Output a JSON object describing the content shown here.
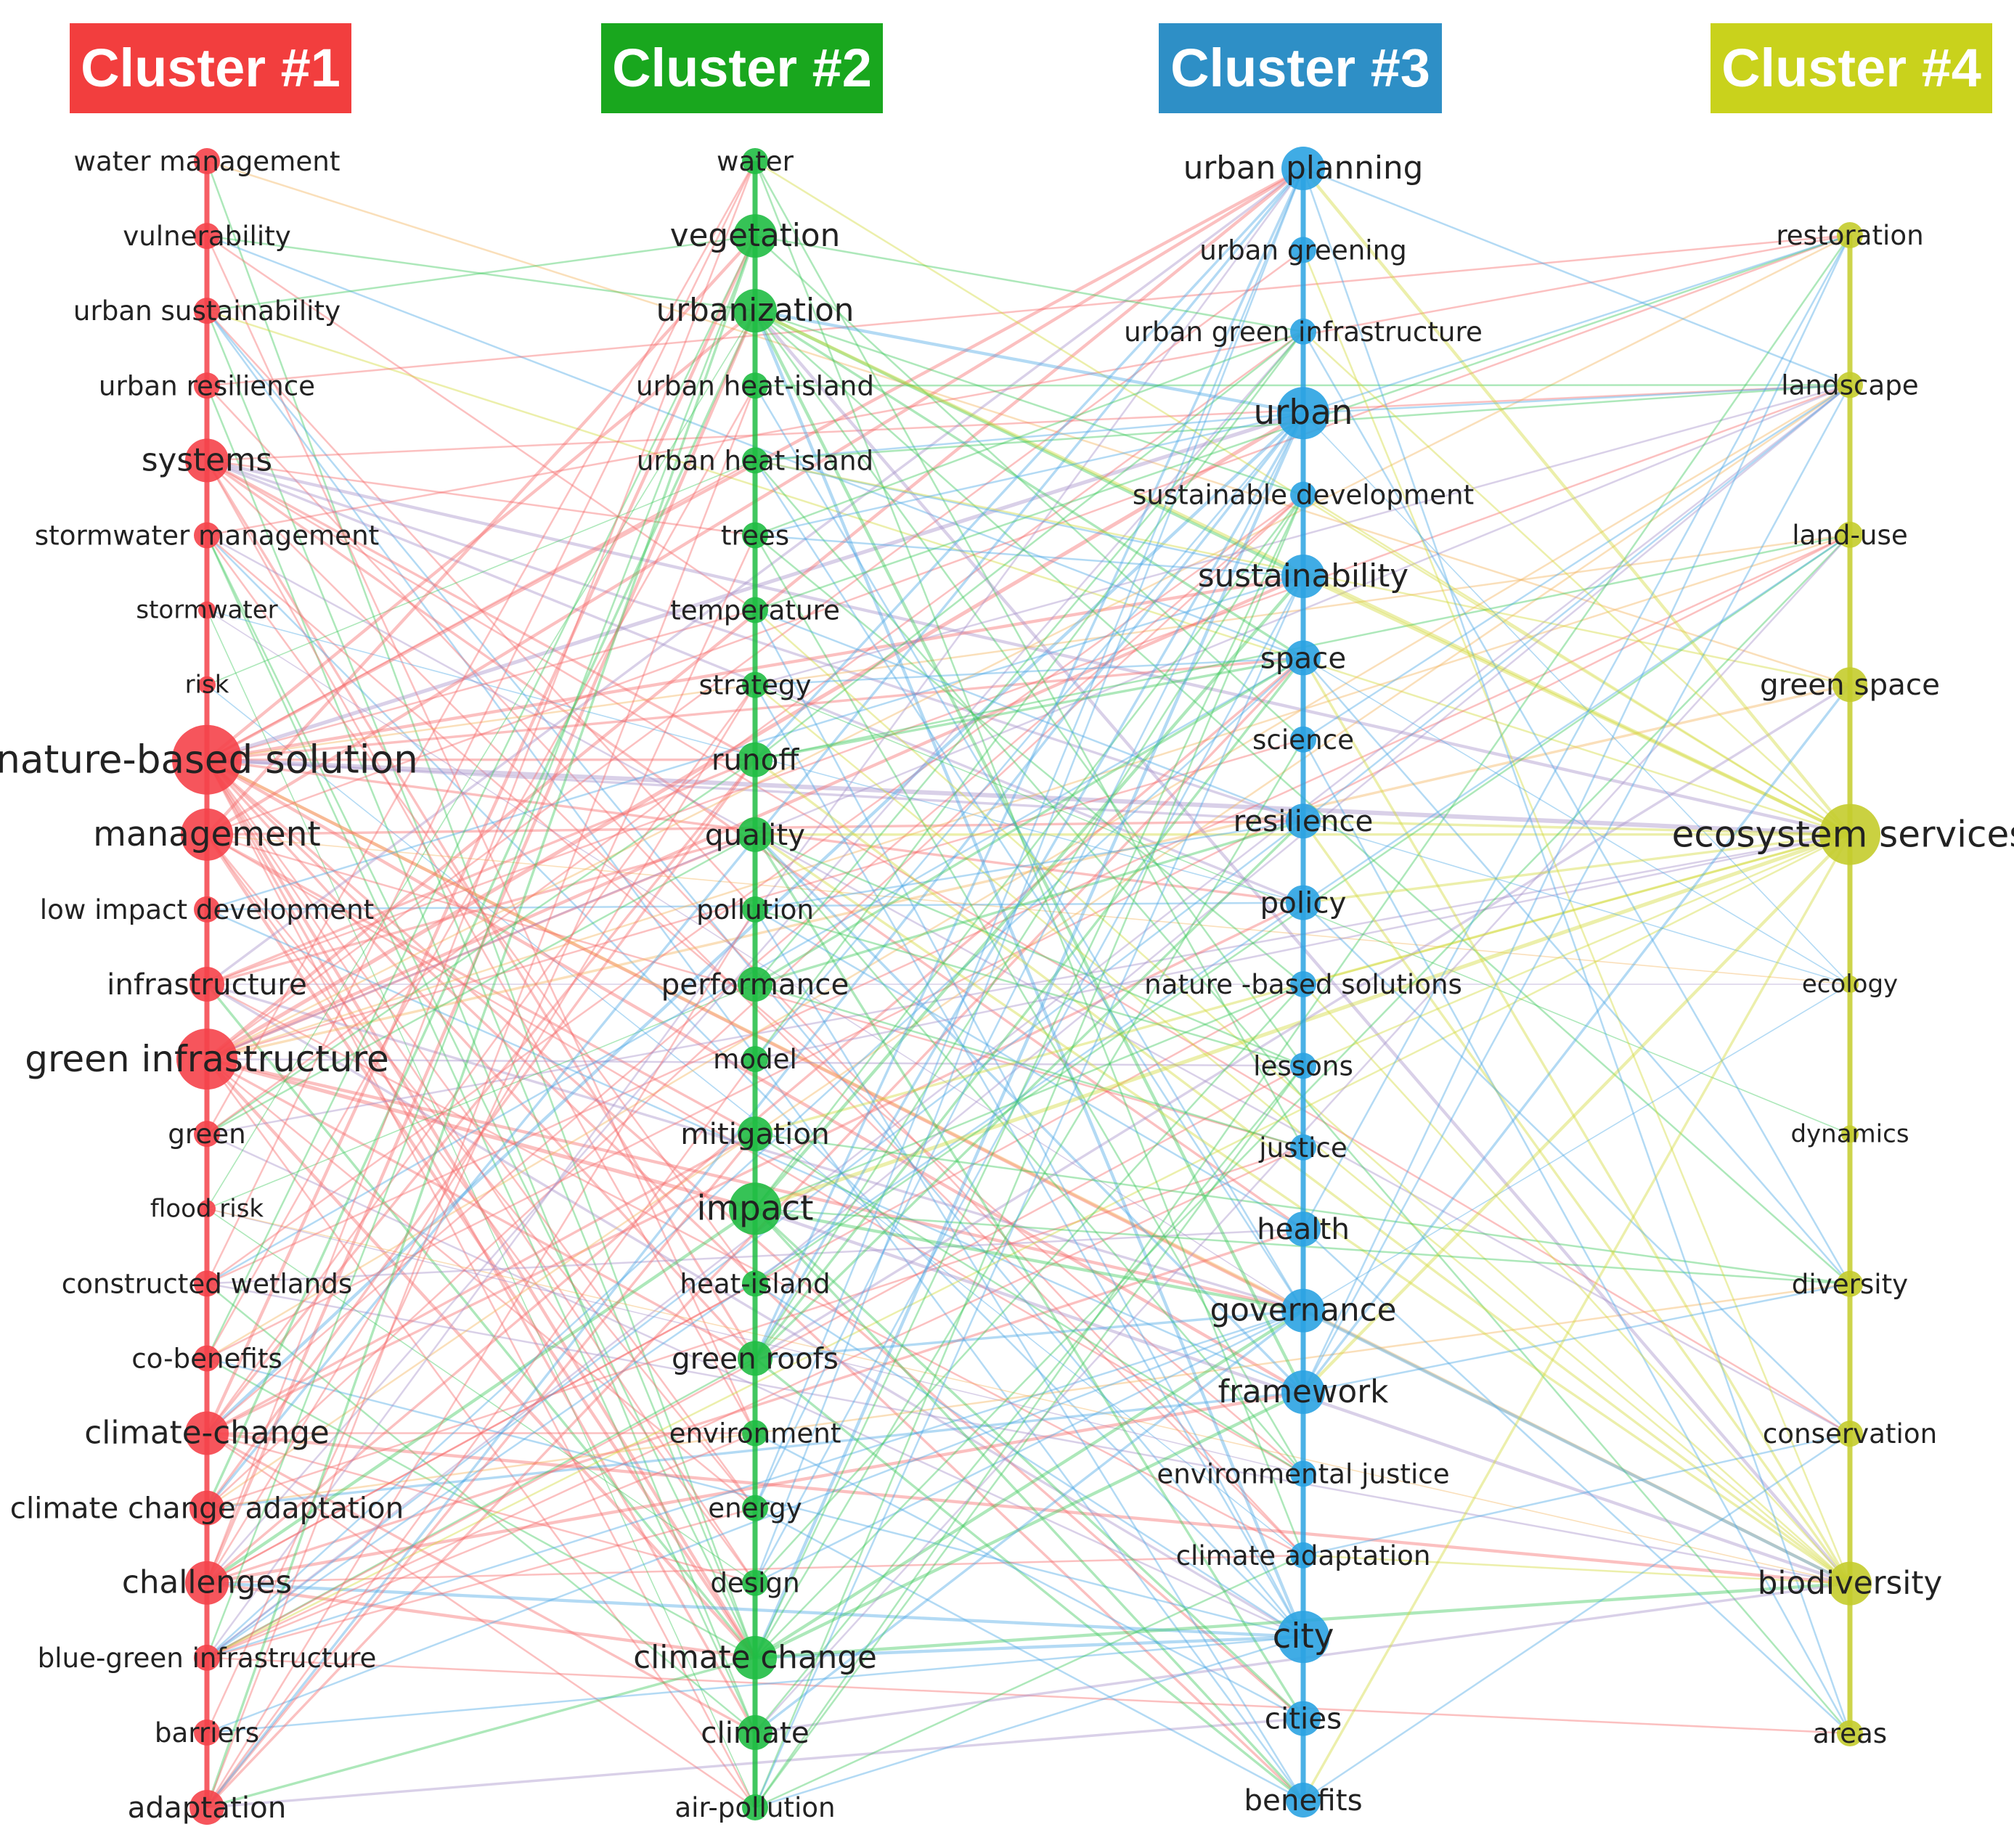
{
  "colors": {
    "cluster1": "#f23e3e",
    "cluster2": "#19a71e",
    "cluster3": "#2e8fc6",
    "cluster4": "#c9d21c",
    "node1": "#f5424a",
    "node2": "#20bd44",
    "node3": "#2ba3e2",
    "node4": "#c4cc2c",
    "edge1": "#f56a6a",
    "edge2": "#3cc85a",
    "edge3": "#4aa8e4",
    "edge4": "#d2d838",
    "edge_mix": "#a58fc8",
    "edge_orange": "#f4b25a"
  },
  "clusters": [
    {
      "title": "Cluster #1",
      "keywords": [
        "water management",
        "vulnerability",
        "urban sustainability",
        "urban resilience",
        "systems",
        "stormwater management",
        "stormwater",
        "risk",
        "nature-based solution",
        "management",
        "low impact development",
        "infrastructure",
        "green infrastructure",
        "green",
        "flood risk",
        "constructed wetlands",
        "co-benefits",
        "climate-change",
        "climate change adaptation",
        "challenges",
        "blue-green infrastructure",
        "barriers",
        "adaptation"
      ],
      "weights": [
        1,
        1,
        1,
        1,
        3,
        1,
        0,
        0,
        6,
        4,
        1,
        2,
        5,
        1,
        0,
        1,
        1,
        3,
        2,
        3,
        1,
        1,
        2
      ]
    },
    {
      "title": "Cluster #2",
      "keywords": [
        "water",
        "vegetation",
        "urbanization",
        "urban heat-island",
        "urban heat island",
        "trees",
        "temperature",
        "strategy",
        "runoff",
        "quality",
        "pollution",
        "performance",
        "model",
        "mitigation",
        "impact",
        "heat-island",
        "green roofs",
        "environment",
        "energy",
        "design",
        "climate change",
        "climate",
        "air-pollution"
      ],
      "weights": [
        1,
        3,
        3,
        1,
        1,
        1,
        1,
        1,
        2,
        2,
        1,
        2,
        1,
        2,
        4,
        1,
        2,
        1,
        1,
        1,
        3,
        2,
        1
      ]
    },
    {
      "title": "Cluster #3",
      "keywords": [
        "urban planning",
        "urban greening",
        "urban green infrastructure",
        "urban",
        "sustainable development",
        "sustainability",
        "space",
        "science",
        "resilience",
        "policy",
        "nature -based solutions",
        "lessons",
        "justice",
        "health",
        "governance",
        "framework",
        "environmental justice",
        "climate adaptation",
        "city",
        "cities",
        "benefits"
      ],
      "weights": [
        3,
        1,
        1,
        4,
        1,
        3,
        2,
        1,
        2,
        2,
        1,
        1,
        1,
        2,
        3,
        3,
        1,
        1,
        4,
        2,
        2
      ]
    },
    {
      "title": "Cluster #4",
      "keywords": [
        "restoration",
        "landscape",
        "land-use",
        "green space",
        "ecosystem services",
        "ecology",
        "dynamics",
        "diversity",
        "conservation",
        "biodiversity",
        "areas"
      ],
      "weights": [
        1,
        1,
        1,
        2,
        5,
        0,
        0,
        1,
        1,
        3,
        1
      ]
    }
  ]
}
